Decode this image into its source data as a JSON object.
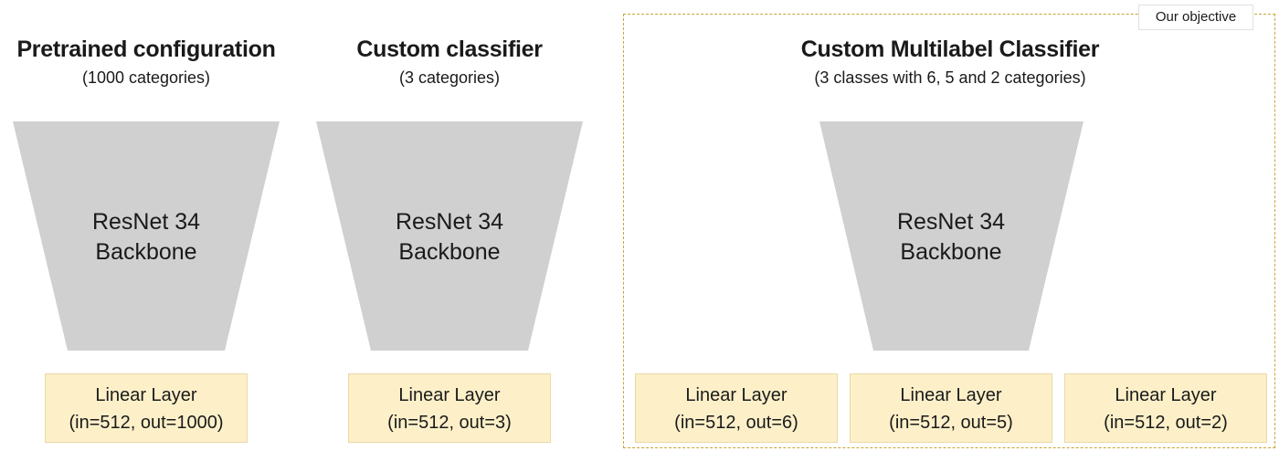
{
  "objective": {
    "label": "Our objective"
  },
  "panels": [
    {
      "title": "Pretrained configuration",
      "subtitle": "(1000 categories)",
      "backbone": {
        "line1": "ResNet 34",
        "line2": "Backbone"
      },
      "heads": [
        {
          "line1": "Linear Layer",
          "line2": "(in=512, out=1000)"
        }
      ]
    },
    {
      "title": "Custom classifier",
      "subtitle": "(3 categories)",
      "backbone": {
        "line1": "ResNet 34",
        "line2": "Backbone"
      },
      "heads": [
        {
          "line1": "Linear Layer",
          "line2": "(in=512, out=3)"
        }
      ]
    },
    {
      "title": "Custom Multilabel Classifier",
      "subtitle": "(3 classes with 6, 5 and 2 categories)",
      "backbone": {
        "line1": "ResNet 34",
        "line2": "Backbone"
      },
      "heads": [
        {
          "line1": "Linear Layer",
          "line2": "(in=512, out=6)"
        },
        {
          "line1": "Linear Layer",
          "line2": "(in=512, out=5)"
        },
        {
          "line1": "Linear Layer",
          "line2": "(in=512, out=2)"
        }
      ]
    }
  ],
  "colors": {
    "backbone_fill": "#d1d0d0",
    "linear_fill": "#fdf0c9",
    "objective_border": "#c6a63a"
  }
}
